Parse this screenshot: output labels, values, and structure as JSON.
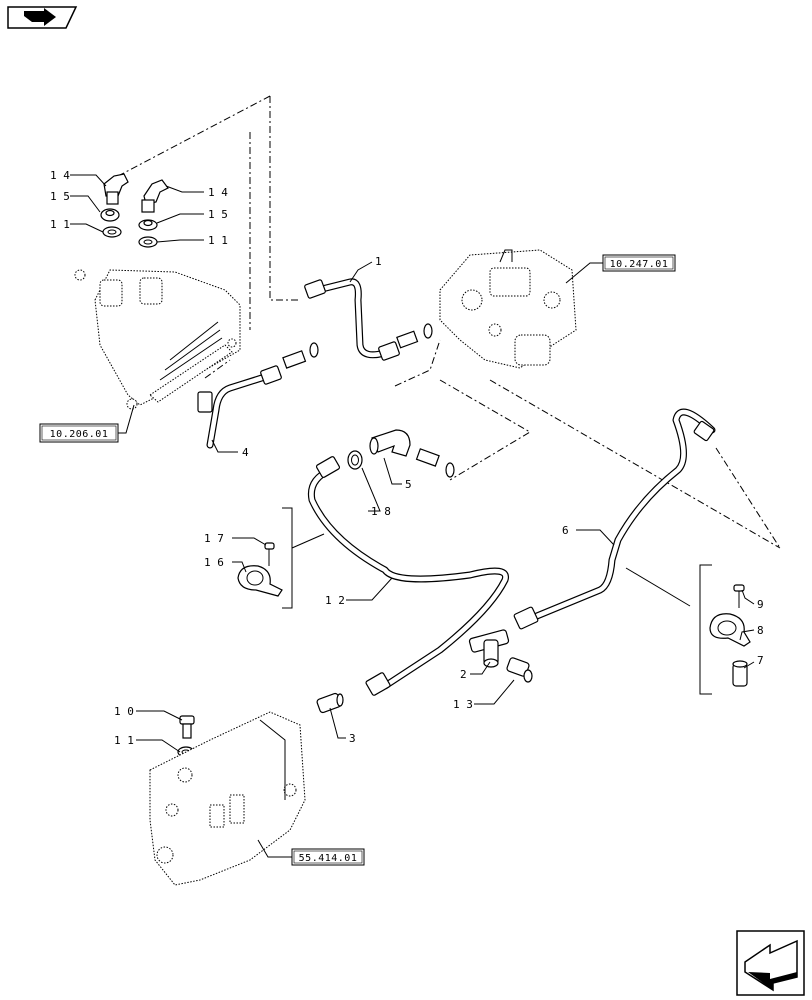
{
  "nav_icons": {
    "top_left": "book-arrow-icon",
    "bottom_right": "next-page-arrow-icon"
  },
  "references": [
    {
      "id": "ref_10_247",
      "text": "10.247.01"
    },
    {
      "id": "ref_10_206",
      "text": "10.206.01"
    },
    {
      "id": "ref_55_414",
      "text": "55.414.01"
    }
  ],
  "callouts": [
    {
      "id": "c14a",
      "text": "1 4"
    },
    {
      "id": "c15a",
      "text": "1 5"
    },
    {
      "id": "c11a",
      "text": "1 1"
    },
    {
      "id": "c14b",
      "text": "1 4"
    },
    {
      "id": "c15b",
      "text": "1 5"
    },
    {
      "id": "c11b",
      "text": "1 1"
    },
    {
      "id": "c1",
      "text": "1"
    },
    {
      "id": "c4",
      "text": "4"
    },
    {
      "id": "c5",
      "text": "5"
    },
    {
      "id": "c18",
      "text": "1 8"
    },
    {
      "id": "c17",
      "text": "1 7"
    },
    {
      "id": "c16",
      "text": "1 6"
    },
    {
      "id": "c12",
      "text": "1 2"
    },
    {
      "id": "c6",
      "text": "6"
    },
    {
      "id": "c9",
      "text": "9"
    },
    {
      "id": "c8",
      "text": "8"
    },
    {
      "id": "c7",
      "text": "7"
    },
    {
      "id": "c2",
      "text": "2"
    },
    {
      "id": "c13",
      "text": "1 3"
    },
    {
      "id": "c10",
      "text": "1 0"
    },
    {
      "id": "c11c",
      "text": "1 1"
    },
    {
      "id": "c3",
      "text": "3"
    }
  ]
}
